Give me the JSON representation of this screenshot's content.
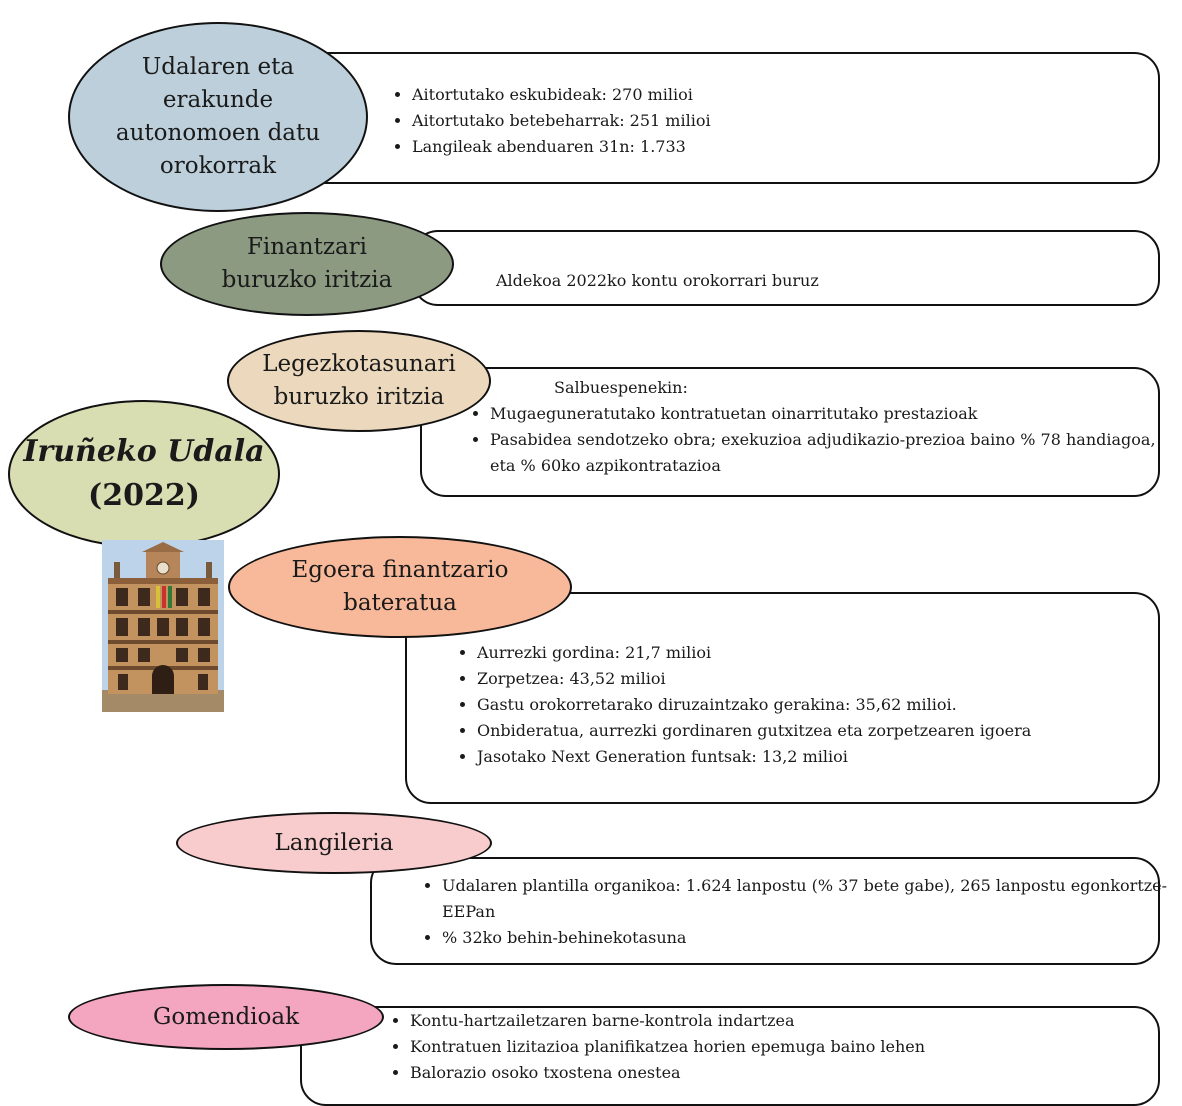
{
  "title": {
    "line1": "Iruñeko Udala",
    "line2": "(2022)"
  },
  "sections": {
    "general": {
      "label": "Udalaren eta\nerakunde\nautonomoen datu\norokorrak",
      "items": [
        "Aitortutako eskubideak: 270 milioi",
        "Aitortutako betebeharrak: 251 milioi",
        "Langileak abenduaren 31n: 1.733"
      ]
    },
    "financial_opinion": {
      "label": "Finantzari\nburuzko iritzia",
      "text": "Aldekoa 2022ko kontu orokorrari buruz"
    },
    "legality_opinion": {
      "label": "Legezkotasunari\nburuzko iritzia",
      "intro": "Salbuespenekin:",
      "items": [
        "Mugaeguneratutako kontratuetan oinarritutako prestazioak",
        "Pasabidea sendotzeko obra; exekuzioa adjudikazio-prezioa baino % 78 handiagoa, eta % 60ko azpikontratazioa"
      ]
    },
    "financial_situation": {
      "label": "Egoera finantzario\nbateratua",
      "items": [
        "Aurrezki gordina: 21,7 milioi",
        "Zorpetzea: 43,52 milioi",
        "Gastu orokorretarako diruzaintzako gerakina: 35,62 milioi.",
        "Onbideratua, aurrezki gordinaren gutxitzea eta zorpetzearen igoera",
        "Jasotako Next Generation funtsak: 13,2 milioi"
      ]
    },
    "staff": {
      "label": "Langileria",
      "items": [
        "Udalaren plantilla organikoa: 1.624 lanpostu (% 37 bete gabe), 265 lanpostu egonkortze-EEPan",
        "% 32ko behin-behinekotasuna"
      ]
    },
    "recommendations": {
      "label": "Gomendioak",
      "items": [
        "Kontu-hartzailetzaren barne-kontrola indartzea",
        "Kontratuen lizitazioa planifikatzea horien epemuga baino lehen",
        "Balorazio osoko txostena onestea"
      ]
    }
  },
  "colors": {
    "general": "#bccfda",
    "financial_opinion": "#8c9a82",
    "legality_opinion": "#ecd9bd",
    "financial_situation": "#f8b99a",
    "staff": "#f8cccc",
    "recommendations": "#f4a6c0",
    "title": "#d9ddb2"
  }
}
